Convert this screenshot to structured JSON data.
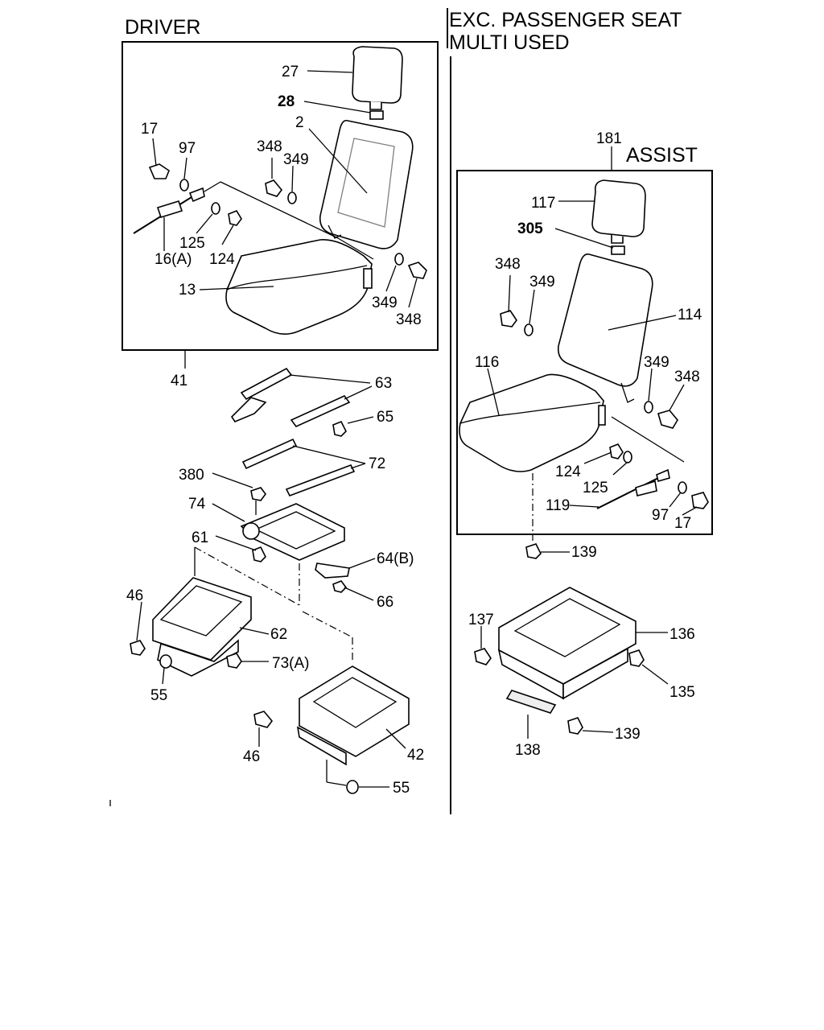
{
  "headings": {
    "driver": "DRIVER",
    "exc_line1": "EXC. PASSENGER SEAT",
    "exc_line2": "MULTI USED",
    "assist": "ASSIST"
  },
  "callouts": {
    "d_27": "27",
    "d_28": "28",
    "d_2": "2",
    "d_17": "17",
    "d_97": "97",
    "d_348a": "348",
    "d_349a": "349",
    "d_125": "125",
    "d_16a": "16(A)",
    "d_124": "124",
    "d_13": "13",
    "d_349b": "349",
    "d_348b": "348",
    "d_41": "41",
    "d_63": "63",
    "d_65": "65",
    "d_72": "72",
    "d_380": "380",
    "d_74": "74",
    "d_61": "61",
    "d_64b": "64(B)",
    "d_66": "66",
    "d_46a": "46",
    "d_62": "62",
    "d_73a": "73(A)",
    "d_55a": "55",
    "d_46b": "46",
    "d_42": "42",
    "d_55b": "55",
    "a_181": "181",
    "a_117": "117",
    "a_305": "305",
    "a_348a": "348",
    "a_349a": "349",
    "a_114": "114",
    "a_116": "116",
    "a_349b": "349",
    "a_348b": "348",
    "a_124": "124",
    "a_125": "125",
    "a_119": "119",
    "a_97": "97",
    "a_17": "17",
    "a_139a": "139",
    "a_137": "137",
    "a_136": "136",
    "a_135": "135",
    "a_139b": "139",
    "a_138": "138"
  }
}
